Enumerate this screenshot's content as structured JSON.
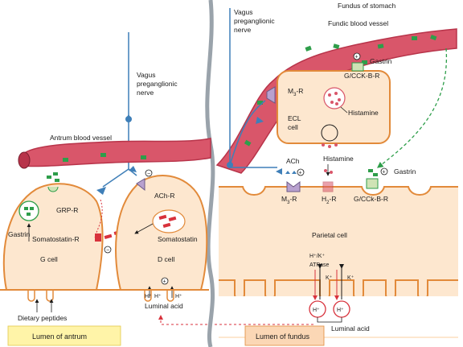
{
  "title": "Fundus of stomach",
  "labels": {
    "vagus_left": [
      "Vagus",
      "preganglionic",
      "nerve"
    ],
    "vagus_right": [
      "Vagus",
      "preganglionic",
      "nerve"
    ],
    "fundic_vessel": "Fundic blood  vessel",
    "antrum_vessel": "Antrum blood vessel",
    "gastrin_top": "Gastrin",
    "gcckbr_top": "G/CCK-B-R",
    "m3r_top": "M",
    "m3r_top_sub": "3",
    "m3r_top_tail": "-R",
    "ecl_cell": [
      "ECL",
      "cell"
    ],
    "histamine_top": "Histamine",
    "histamine_mid": "Histamine",
    "ach_label": "ACh",
    "gastrin_mid": "Gastrin",
    "m3r_mid": "M",
    "m3r_mid_sub": "3",
    "m3r_mid_tail": "-R",
    "h2r": "H",
    "h2r_sub": "2",
    "h2r_tail": "-R",
    "gcckbr_mid": "G/CCk-B-R",
    "parietal_cell": "Parietal cell",
    "pump_line1": "H⁺/K⁺",
    "pump_line2": "ATPase",
    "k_plus_1": "K⁺",
    "k_plus_2": "K⁺",
    "h_plus_1": "H⁺",
    "h_plus_2": "H⁺",
    "luminal_acid_right": "Luminal acid",
    "lumen_fundus": "Lumen of fundus",
    "gastrin_left": "Gastrin",
    "grpr": "GRP-R",
    "somatostatin_r": "Somatostatin-R",
    "g_cell": "G cell",
    "dietary_peptides": "Dietary peptides",
    "achr": "ACh-R",
    "somatostatin": "Somatostatin",
    "d_cell": "D cell",
    "h_plus_d": "H⁺",
    "h_plus_d2": "H⁺",
    "h_plus_d3": "H⁺",
    "luminal_acid_left": "Luminal acid",
    "lumen_antrum": "Lumen of antrum"
  },
  "colors": {
    "vessel": "#d9566a",
    "vessel_edge": "#b8344a",
    "cell_fill": "#fde7cf",
    "cell_edge": "#e28a3a",
    "nerve": "#3f7fb8",
    "receptor": "#b8a1cf",
    "gastrin": "#2e9e4a",
    "lumen_antrum_box": "#fff4a8",
    "lumen_fundus_box": "#fbd7b5",
    "somatostatin": "#d8323c",
    "arrow_dashed": "#2e9e4a",
    "divider": "#9aa3ab"
  }
}
